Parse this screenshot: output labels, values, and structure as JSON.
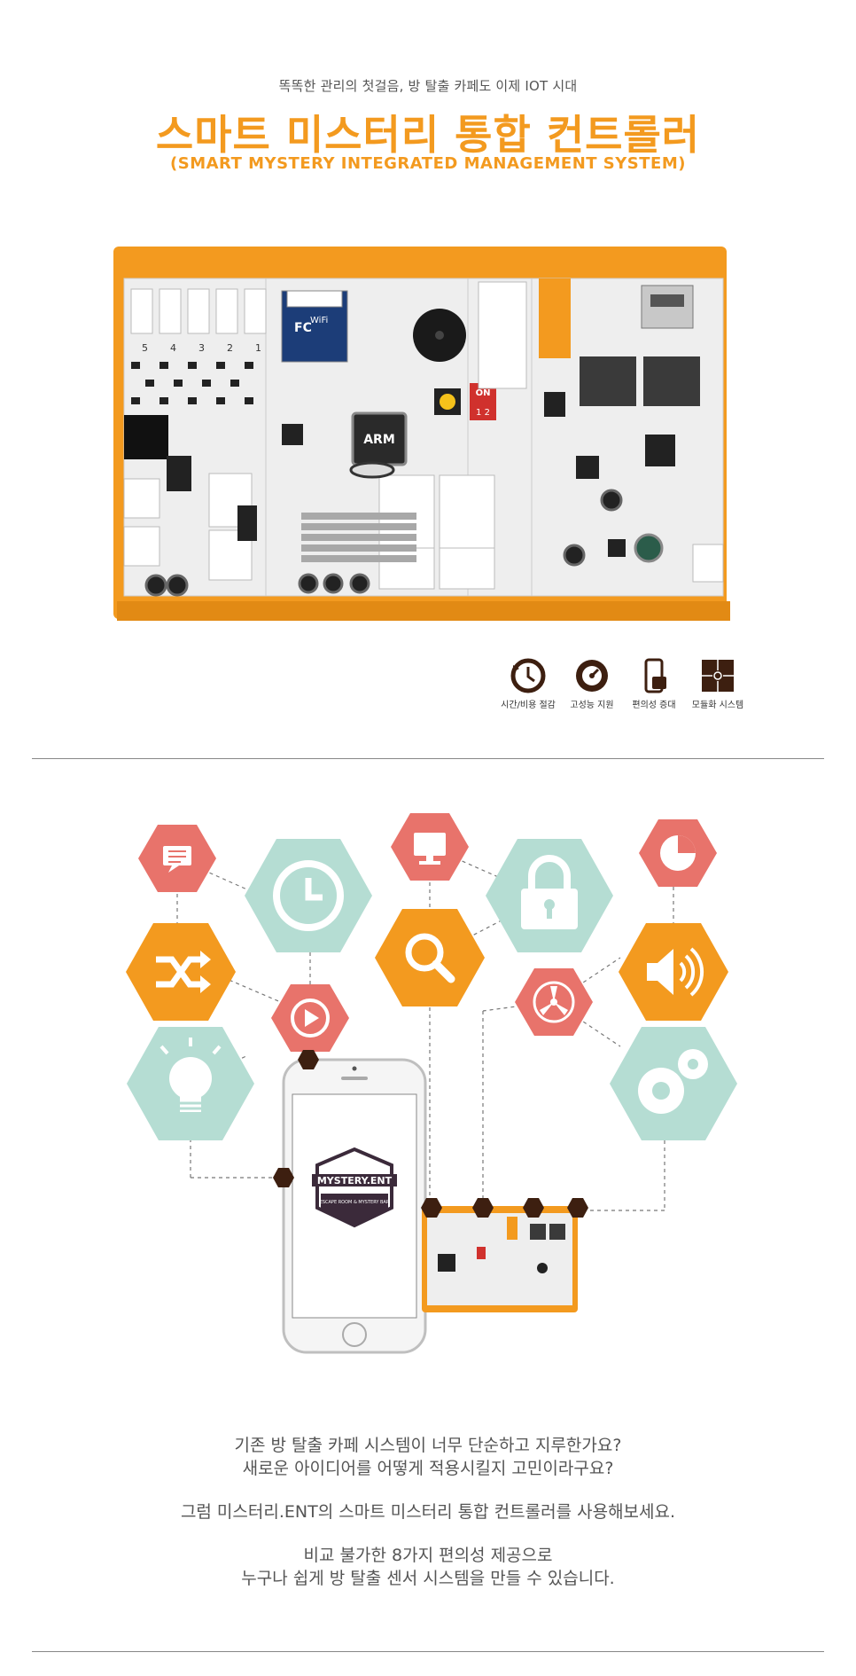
{
  "header": {
    "subtitle": "똑똑한 관리의 첫걸음, 방 탈출 카페도 이제 IOT 시대",
    "title": "스마트 미스터리 통합 컨트롤러",
    "en_title": "(SMART MYSTERY INTEGRATED MANAGEMENT SYSTEM)"
  },
  "board": {
    "chip_label": "ARM",
    "switch_on": "ON",
    "switch_nums": "1 2",
    "wifi_label": "WiFi",
    "fc_label": "FC",
    "pin_labels": [
      "5",
      "4",
      "3",
      "2",
      "1"
    ]
  },
  "features": [
    {
      "icon": "clock-icon",
      "label": "시간/비용 절감"
    },
    {
      "icon": "gauge-icon",
      "label": "고성능 지원"
    },
    {
      "icon": "phone-icon",
      "label": "편의성 증대"
    },
    {
      "icon": "puzzle-icon",
      "label": "모듈화 시스템"
    }
  ],
  "phone": {
    "logo_text": "MYSTERY.ENT",
    "logo_sub": "ESCAPE ROOM & MYSTERY BAR"
  },
  "description": {
    "line1": "기존 방 탈출 카페 시스템이 너무 단순하고 지루한가요?",
    "line2": "새로운 아이디어를 어떻게 적용시킬지 고민이라구요?",
    "line3": "그럼 미스터리.ENT의 스마트 미스터리 통합 컨트롤러를 사용해보세요.",
    "line4": "비교 불가한 8가지 편의성 제공으로",
    "line5": "누구나 쉽게 방 탈출 센서 시스템을 만들 수 있습니다."
  },
  "colors": {
    "orange": "#f39a1f",
    "salmon": "#e8736b",
    "mint": "#b5ddd3",
    "dark_brown": "#3d1f10"
  }
}
